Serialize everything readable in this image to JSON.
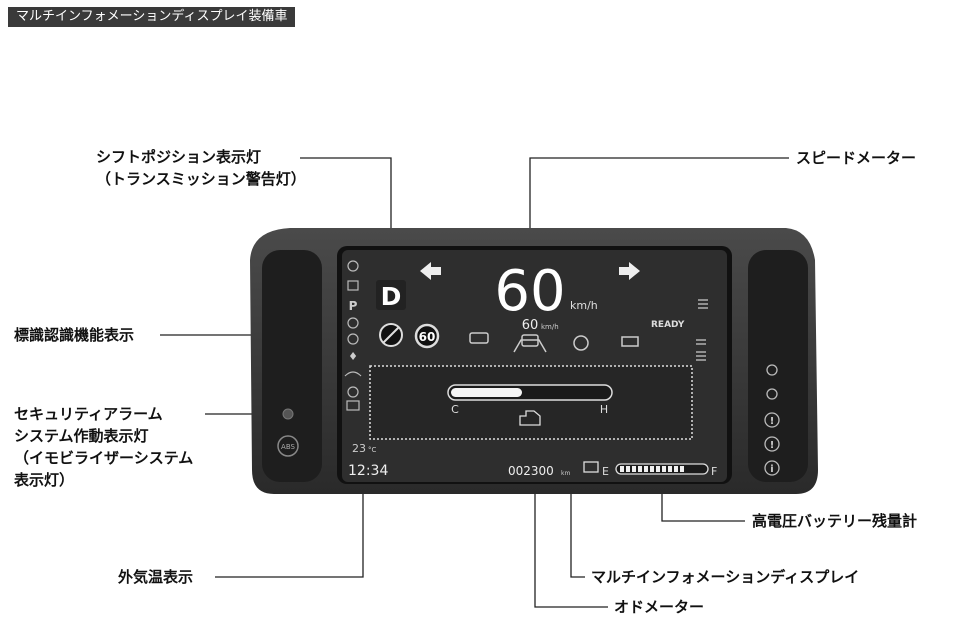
{
  "header": {
    "title": "マルチインフォメーションディスプレイ装備車"
  },
  "callouts": {
    "shift_position": [
      "シフトポジション表示灯",
      "（トランスミッション警告灯）"
    ],
    "speedometer": "スピードメーター",
    "sign_recognition": "標識認識機能表示",
    "security_alarm": [
      "セキュリティアラーム",
      "システム作動表示灯",
      "（イモビライザーシステム",
      "表示灯）"
    ],
    "battery_meter": "高電圧バッテリー残量計",
    "outside_temp": "外気温表示",
    "multi_info_display": "マルチインフォメーションディスプレイ",
    "odometer": "オドメーター"
  },
  "cluster": {
    "gear": "D",
    "speed": "60",
    "speed_unit": "km/h",
    "set_speed": "60",
    "set_speed_unit": "km/h",
    "sign_limit": "60",
    "ready": "READY",
    "temp_gauge": {
      "cold": "C",
      "hot": "H",
      "level": 0.45
    },
    "outside_temp_value": "23",
    "outside_temp_unit": "°C",
    "clock": "12:34",
    "odometer_value": "002300",
    "odometer_unit": "km",
    "battery": {
      "empty": "E",
      "full": "F",
      "level": 0.75
    },
    "abs": "ABS"
  },
  "icons": [
    "arrow-left-icon",
    "arrow-right-icon",
    "headlight-icon",
    "auto-high-beam-icon",
    "lane-assist-icon",
    "cruise-icon",
    "no-overtaking-icon",
    "seatbelt-icon",
    "airbag-icon",
    "warning-icon",
    "info-icon",
    "battery-icon",
    "coolant-icon"
  ]
}
